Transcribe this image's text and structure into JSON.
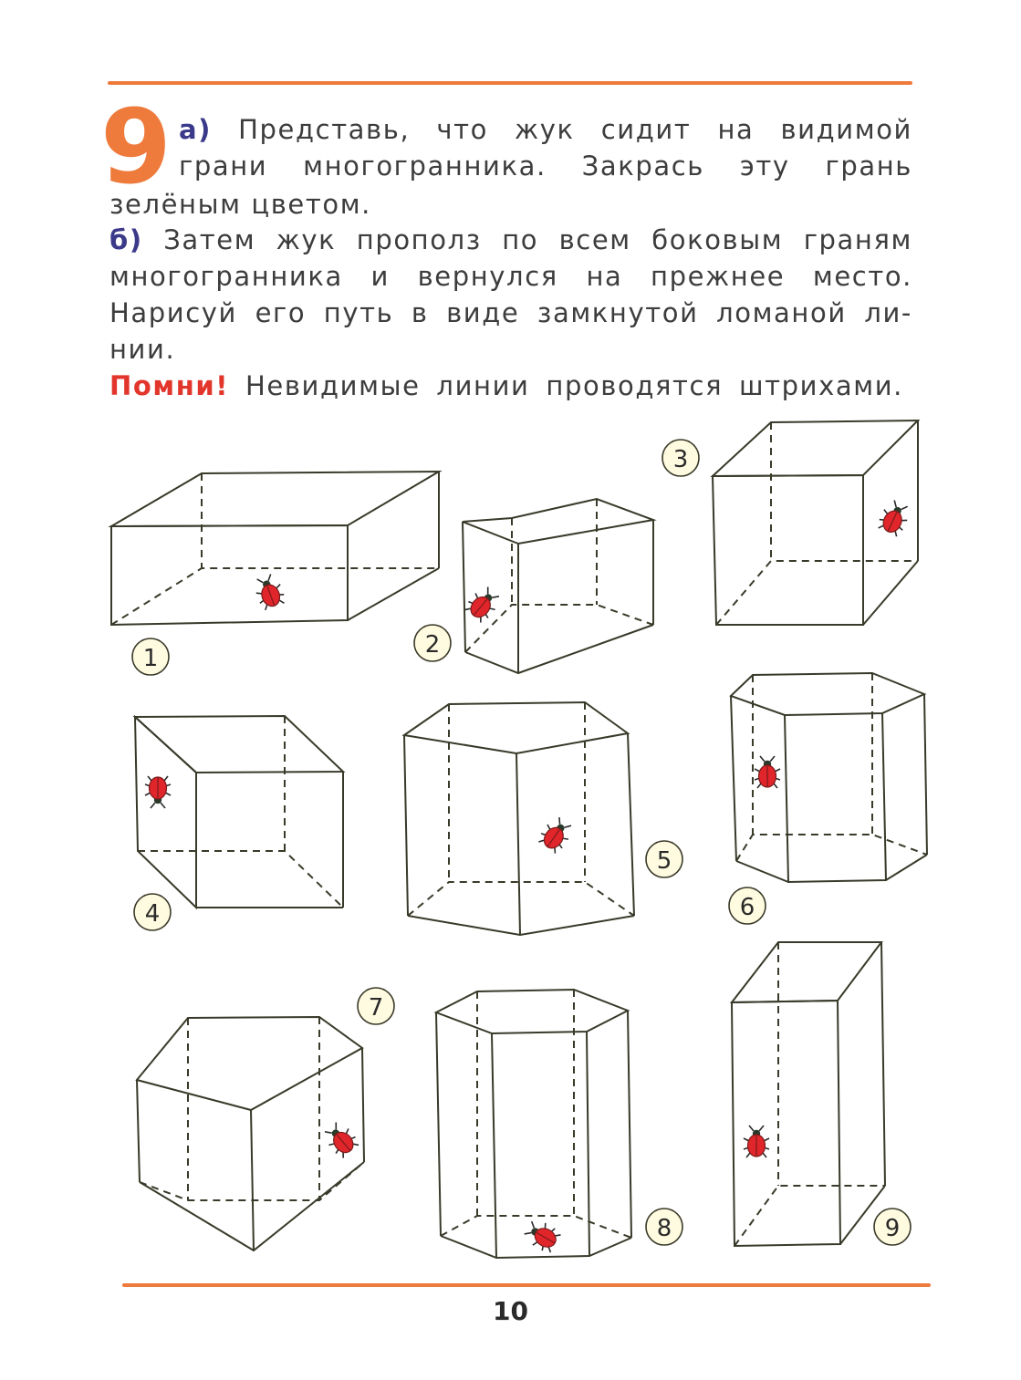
{
  "task": {
    "number": "9",
    "part_a_label": "а)",
    "part_a_line1": "Представь, что жук сидит на видимой",
    "part_a_line2": "грани многогранника. Закрась эту грань",
    "part_a_line3": "зелёным цветом.",
    "part_b_label": "б)",
    "part_b_line1": "Затем жук прополз по всем боковым граням",
    "part_b_line2": "многогранника и вернулся на прежнее место.",
    "part_b_line3": "Нарисуй его путь в виде замкнутой ломаной ли-",
    "part_b_line4": "нии.",
    "remember_label": "Помни!",
    "remember_text": "Невидимые линии проводятся штрихами."
  },
  "figures": [
    {
      "number": "1",
      "shape": "rectangular-prism",
      "has_beetle": true
    },
    {
      "number": "2",
      "shape": "pentagonal-prism",
      "has_beetle": true
    },
    {
      "number": "3",
      "shape": "cube",
      "has_beetle": true
    },
    {
      "number": "4",
      "shape": "cube",
      "has_beetle": true
    },
    {
      "number": "5",
      "shape": "pentagonal-prism",
      "has_beetle": true
    },
    {
      "number": "6",
      "shape": "hexagonal-prism",
      "has_beetle": true
    },
    {
      "number": "7",
      "shape": "pentagonal-prism",
      "has_beetle": true
    },
    {
      "number": "8",
      "shape": "hexagonal-prism",
      "has_beetle": true
    },
    {
      "number": "9",
      "shape": "rectangular-prism",
      "has_beetle": true
    }
  ],
  "page_number": "10",
  "colors": {
    "accent": "#ee7a3c",
    "label_blue": "#3b3a8a",
    "remember_red": "#e2352b",
    "line": "#3a3a2a",
    "beetle_red": "#e0262b"
  }
}
